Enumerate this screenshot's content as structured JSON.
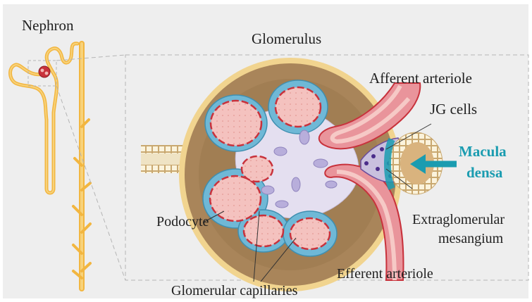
{
  "labels": {
    "nephron": "Nephron",
    "glomerulus": "Glomerulus",
    "afferent_arteriole": "Afferent arteriole",
    "jg_cells": "JG cells",
    "macula_densa_line1": "Macula",
    "macula_densa_line2": "densa",
    "extraglomerular_line1": "Extraglomerular",
    "extraglomerular_line2": "mesangium",
    "podocyte": "Podocyte",
    "efferent_arteriole": "Efferent arteriole",
    "glomerular_capillaries": "Glomerular capillaries"
  },
  "colors": {
    "background": "#eeeeee",
    "accent": "#1a9cb0",
    "capsule": "#8a6a3a",
    "capsule_fill": "#a9855a",
    "tubule": "#f2b640",
    "capillary": "#f2b7b4",
    "capillary_edge": "#c8323c",
    "podocyte": "#6fb8d6",
    "mesangium": "#e4dff0"
  }
}
